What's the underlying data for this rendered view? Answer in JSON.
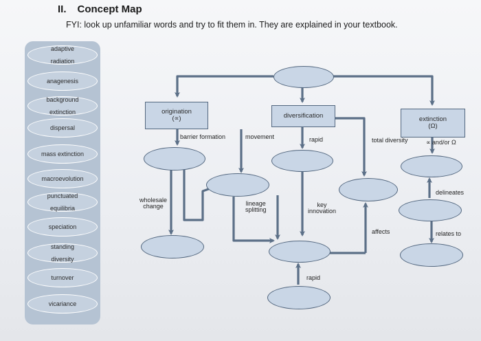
{
  "header": {
    "number": "II.",
    "title": "Concept Map",
    "instruction": "FYI: look up unfamiliar words and try to fit them in. They are explained in your textbook."
  },
  "term_bank": [
    {
      "line1": "adaptive",
      "line2": "radiation"
    },
    {
      "line1": "anagenesis",
      "line2": ""
    },
    {
      "line1": "background",
      "line2": "extinction"
    },
    {
      "line1": "dispersal",
      "line2": ""
    },
    {
      "line1": "mass extinction",
      "line2": ""
    },
    {
      "line1": "macroevolution",
      "line2": ""
    },
    {
      "line1": "punctuated",
      "line2": "equilibria"
    },
    {
      "line1": "speciation",
      "line2": ""
    },
    {
      "line1": "standing",
      "line2": "diversity"
    },
    {
      "line1": "turnover",
      "line2": ""
    },
    {
      "line1": "vicariance",
      "line2": ""
    }
  ],
  "concept_boxes": {
    "origination": {
      "line1": "origination",
      "line2": "(∝)"
    },
    "diversification": {
      "line1": "diversification",
      "line2": ""
    },
    "extinction": {
      "line1": "extinction",
      "line2": "(Ω)"
    }
  },
  "link_labels": {
    "barrier_formation": "barrier formation",
    "movement": "movement",
    "rapid_1": "rapid",
    "total_diversity": "total diversity",
    "alpha_omega": "∝ and/or Ω",
    "delineates": "delineates",
    "wholesale_change_1": "wholesale",
    "wholesale_change_2": "change",
    "lineage_splitting_1": "lineage",
    "lineage_splitting_2": "splitting",
    "key_innovation_1": "key",
    "key_innovation_2": "innovation",
    "affects": "affects",
    "relates_to": "relates to",
    "rapid_2": "rapid"
  },
  "colors": {
    "node_fill": "#c9d6e6",
    "node_stroke": "#52667e",
    "bank_fill": "#b5c3d3",
    "arrow": "#5b6f87"
  }
}
